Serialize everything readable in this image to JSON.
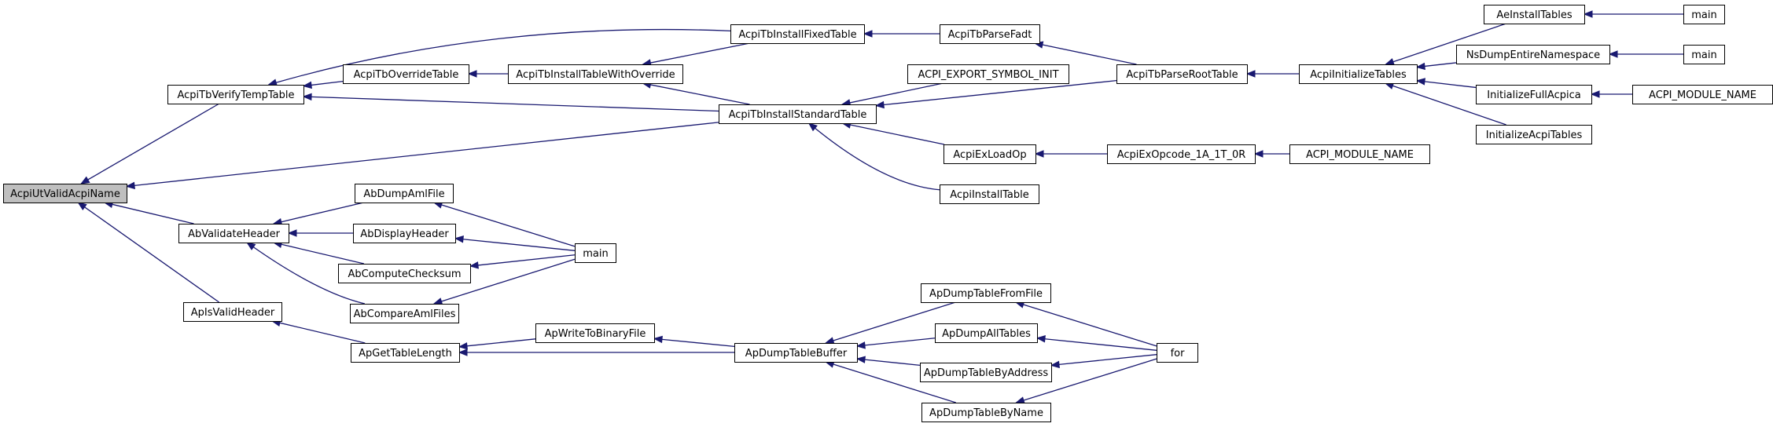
{
  "graph": {
    "nodes": [
      {
        "id": "n0",
        "label": "AcpiUtValidAcpiName",
        "root": true
      },
      {
        "id": "n1",
        "label": "AcpiTbVerifyTempTable"
      },
      {
        "id": "n2",
        "label": "AbValidateHeader"
      },
      {
        "id": "n3",
        "label": "ApIsValidHeader"
      },
      {
        "id": "n4",
        "label": "AcpiTbInstallStandardTable"
      },
      {
        "id": "n5",
        "label": "AcpiTbOverrideTable"
      },
      {
        "id": "n6",
        "label": "AcpiTbInstallFixedTable"
      },
      {
        "id": "n7",
        "label": "AcpiTbInstallTableWithOverride"
      },
      {
        "id": "n8",
        "label": "AcpiTbParseFadt"
      },
      {
        "id": "n9",
        "label": "AcpiTbParseRootTable"
      },
      {
        "id": "n10",
        "label": "AcpiInitializeTables"
      },
      {
        "id": "n11",
        "label": "AeInstallTables"
      },
      {
        "id": "n12",
        "label": "main"
      },
      {
        "id": "n13",
        "label": "NsDumpEntireNamespace"
      },
      {
        "id": "n14",
        "label": "main"
      },
      {
        "id": "n15",
        "label": "InitializeFullAcpica"
      },
      {
        "id": "n16",
        "label": "ACPI_MODULE_NAME"
      },
      {
        "id": "n17",
        "label": "InitializeAcpiTables"
      },
      {
        "id": "n18",
        "label": "ACPI_EXPORT_SYMBOL_INIT"
      },
      {
        "id": "n19",
        "label": "AcpiExLoadOp"
      },
      {
        "id": "n20",
        "label": "AcpiExOpcode_1A_1T_0R"
      },
      {
        "id": "n21",
        "label": "ACPI_MODULE_NAME"
      },
      {
        "id": "n22",
        "label": "AcpiInstallTable"
      },
      {
        "id": "n23",
        "label": "AbDumpAmlFile"
      },
      {
        "id": "n24",
        "label": "AbDisplayHeader"
      },
      {
        "id": "n25",
        "label": "AbComputeChecksum"
      },
      {
        "id": "n26",
        "label": "AbCompareAmlFiles"
      },
      {
        "id": "n27",
        "label": "main"
      },
      {
        "id": "n28",
        "label": "ApGetTableLength"
      },
      {
        "id": "n29",
        "label": "ApWriteToBinaryFile"
      },
      {
        "id": "n30",
        "label": "ApDumpTableBuffer"
      },
      {
        "id": "n31",
        "label": "ApDumpTableFromFile"
      },
      {
        "id": "n32",
        "label": "ApDumpAllTables"
      },
      {
        "id": "n33",
        "label": "ApDumpTableByAddress"
      },
      {
        "id": "n34",
        "label": "ApDumpTableByName"
      },
      {
        "id": "n35",
        "label": "for"
      }
    ],
    "edges": [
      [
        "n0",
        "n1"
      ],
      [
        "n0",
        "n2"
      ],
      [
        "n0",
        "n3"
      ],
      [
        "n0",
        "n4"
      ],
      [
        "n1",
        "n5"
      ],
      [
        "n1",
        "n6"
      ],
      [
        "n1",
        "n4"
      ],
      [
        "n5",
        "n7"
      ],
      [
        "n7",
        "n6"
      ],
      [
        "n7",
        "n4"
      ],
      [
        "n6",
        "n8"
      ],
      [
        "n8",
        "n9"
      ],
      [
        "n4",
        "n9"
      ],
      [
        "n4",
        "n18"
      ],
      [
        "n4",
        "n19"
      ],
      [
        "n4",
        "n22"
      ],
      [
        "n9",
        "n10"
      ],
      [
        "n10",
        "n11"
      ],
      [
        "n10",
        "n13"
      ],
      [
        "n10",
        "n15"
      ],
      [
        "n10",
        "n17"
      ],
      [
        "n11",
        "n12"
      ],
      [
        "n13",
        "n14"
      ],
      [
        "n15",
        "n16"
      ],
      [
        "n19",
        "n20"
      ],
      [
        "n20",
        "n21"
      ],
      [
        "n2",
        "n23"
      ],
      [
        "n2",
        "n24"
      ],
      [
        "n2",
        "n25"
      ],
      [
        "n2",
        "n26"
      ],
      [
        "n23",
        "n27"
      ],
      [
        "n24",
        "n27"
      ],
      [
        "n25",
        "n27"
      ],
      [
        "n26",
        "n27"
      ],
      [
        "n3",
        "n28"
      ],
      [
        "n28",
        "n29"
      ],
      [
        "n28",
        "n30"
      ],
      [
        "n29",
        "n30"
      ],
      [
        "n30",
        "n31"
      ],
      [
        "n30",
        "n32"
      ],
      [
        "n30",
        "n33"
      ],
      [
        "n30",
        "n34"
      ],
      [
        "n31",
        "n35"
      ],
      [
        "n32",
        "n35"
      ],
      [
        "n33",
        "n35"
      ],
      [
        "n34",
        "n35"
      ]
    ],
    "colors": {
      "edge": "#191970",
      "node_border": "#000000",
      "node_fill": "#ffffff",
      "root_fill": "#bfbfbf"
    }
  }
}
